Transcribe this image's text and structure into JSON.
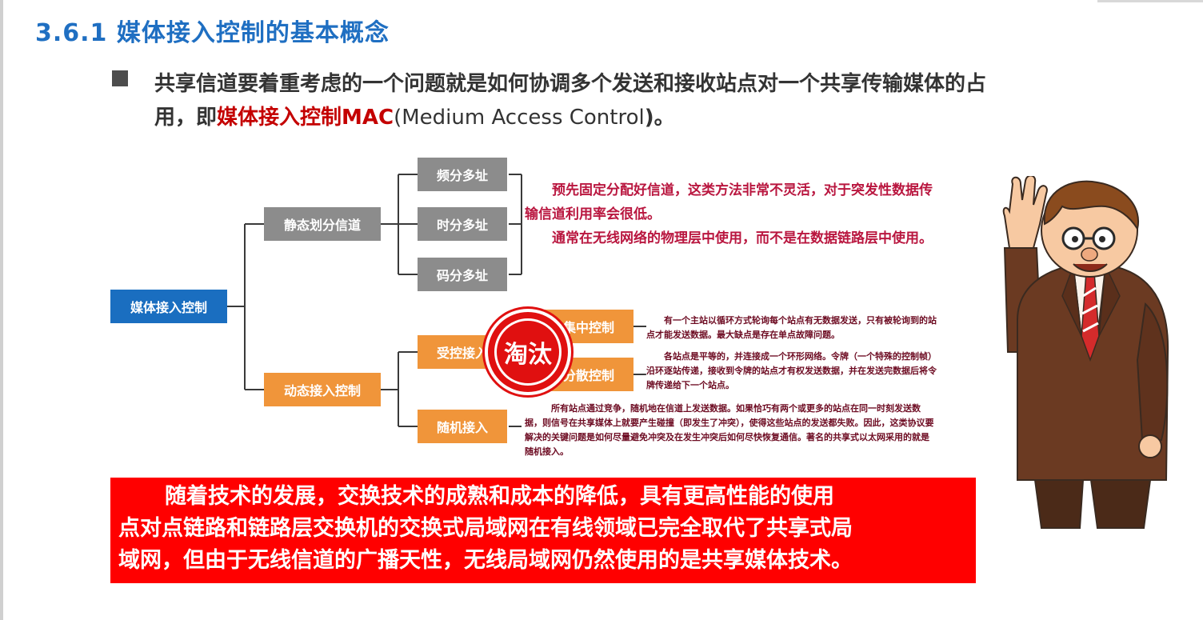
{
  "title": "3.6.1 媒体接入控制的基本概念",
  "bullet": {
    "line1": "共享信道要着重考虑的一个问题就是如何协调多个发送和接收站点对一个共享传输媒体的占",
    "line2_prefix": "用，即",
    "mac_term": "媒体接入控制MAC",
    "mac_open": "(",
    "mac_full": "Medium Access Control",
    "line2_suffix": ")。"
  },
  "tree": {
    "root": "媒体接入控制",
    "static": "静态划分信道",
    "fdm": "频分多址",
    "tdm": "时分多址",
    "cdm": "码分多址",
    "dynamic": "动态接入控制",
    "controlled": "受控接入",
    "centralized": "集中控制",
    "distributed": "分散控制",
    "random": "随机接入"
  },
  "stamp_label": "淘汰",
  "notes": {
    "static_1": "预先固定分配好信道，这类方法非常不灵活，对于突发性数据传输信道利用率会很低。",
    "static_2": "通常在无线网络的物理层中使用，而不是在数据链路层中使用。",
    "centralized": "有一个主站以循环方式轮询每个站点有无数据发送，只有被轮询到的站点才能发送数据。最大缺点是存在单点故障问题。",
    "distributed": "各站点是平等的，并连接成一个环形网络。令牌（一个特殊的控制帧）沿环逐站传递，接收到令牌的站点才有权发送数据，并在发送完数据后将令牌传递给下一个站点。",
    "random": "所有站点通过竞争，随机地在信道上发送数据。如果恰巧有两个或更多的站点在同一时刻发送数据，则信号在共享媒体上就要产生碰撞（即发生了冲突），使得这些站点的发送都失败。因此，这类协议要解决的关键问题是如何尽量避免冲突及在发生冲突后如何尽快恢复通信。著名的共享式以太网采用的就是随机接入。"
  },
  "conclusion": {
    "line1": "随着技术的发展，交换技术的成熟和成本的降低，具有更高性能的使用",
    "line2": "点对点链路和链路层交换机的交换式局域网在有线领域已完全取代了共享式局",
    "line3": "域网，但由于无线信道的广播天性，无线局域网仍然使用的是共享媒体技术。"
  },
  "colors": {
    "title_blue": "#1f6fc2",
    "root_blue": "#1a6ec0",
    "gray_node": "#8c8c8c",
    "orange_node": "#f0953a",
    "alert_red": "#ff0000",
    "note_text": "#b9163f"
  },
  "icons": {
    "bullet": "square-bullet-icon",
    "stamp": "obsolete-stamp-icon",
    "presenter": "cartoon-professor-illustration"
  }
}
